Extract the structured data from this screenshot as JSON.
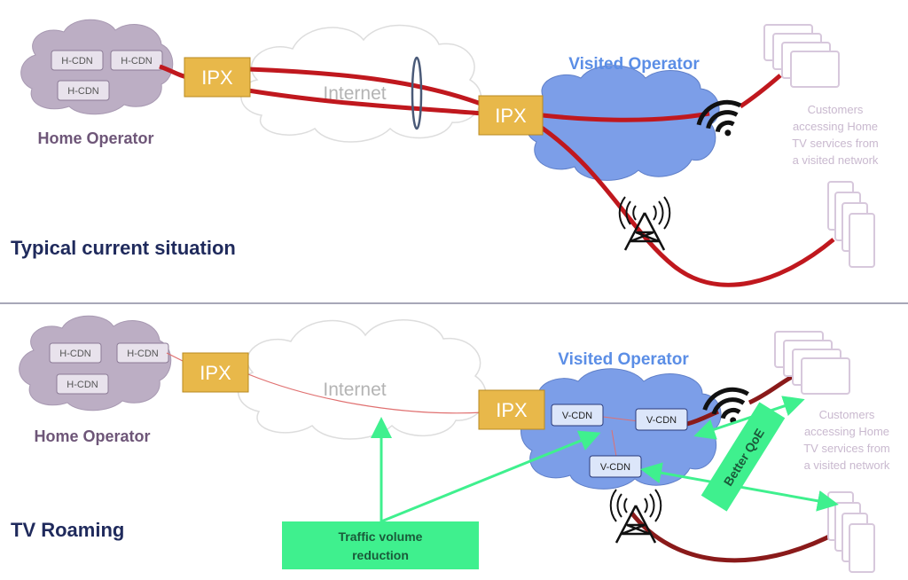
{
  "top": {
    "caption": "Typical current situation",
    "home_operator": "Home Operator",
    "hcdn_labels": [
      "H-CDN",
      "H-CDN",
      "H-CDN"
    ],
    "ipx_label": "IPX",
    "internet_label": "Internet",
    "visited_operator": "Visited Operator",
    "customers_lines": [
      "Customers",
      "accessing Home",
      "TV services from",
      "a visited network"
    ]
  },
  "bottom": {
    "caption": "TV Roaming",
    "home_operator": "Home Operator",
    "hcdn_labels": [
      "H-CDN",
      "H-CDN",
      "H-CDN"
    ],
    "ipx_label": "IPX",
    "internet_label": "Internet",
    "visited_operator": "Visited Operator",
    "vcdn_labels": [
      "V-CDN",
      "V-CDN",
      "V-CDN"
    ],
    "customers_lines": [
      "Customers",
      "accessing Home",
      "TV services from",
      "a visited network"
    ],
    "traffic_lines": [
      "Traffic volume",
      "reduction"
    ],
    "better_qoe": "Better QoE"
  },
  "colors": {
    "caption": "#1f2a5c",
    "home_operator": "#6e5678",
    "cloud_purple": "#bcaec4",
    "ipx_fill": "#e8b84a",
    "visited_cloud": "#7c9ee8",
    "visited_text": "#5b8ee6",
    "link_red": "#c0181e",
    "link_darkred": "#8a1a1a",
    "green": "#3ff08e",
    "faint": "#c9b9cf"
  }
}
